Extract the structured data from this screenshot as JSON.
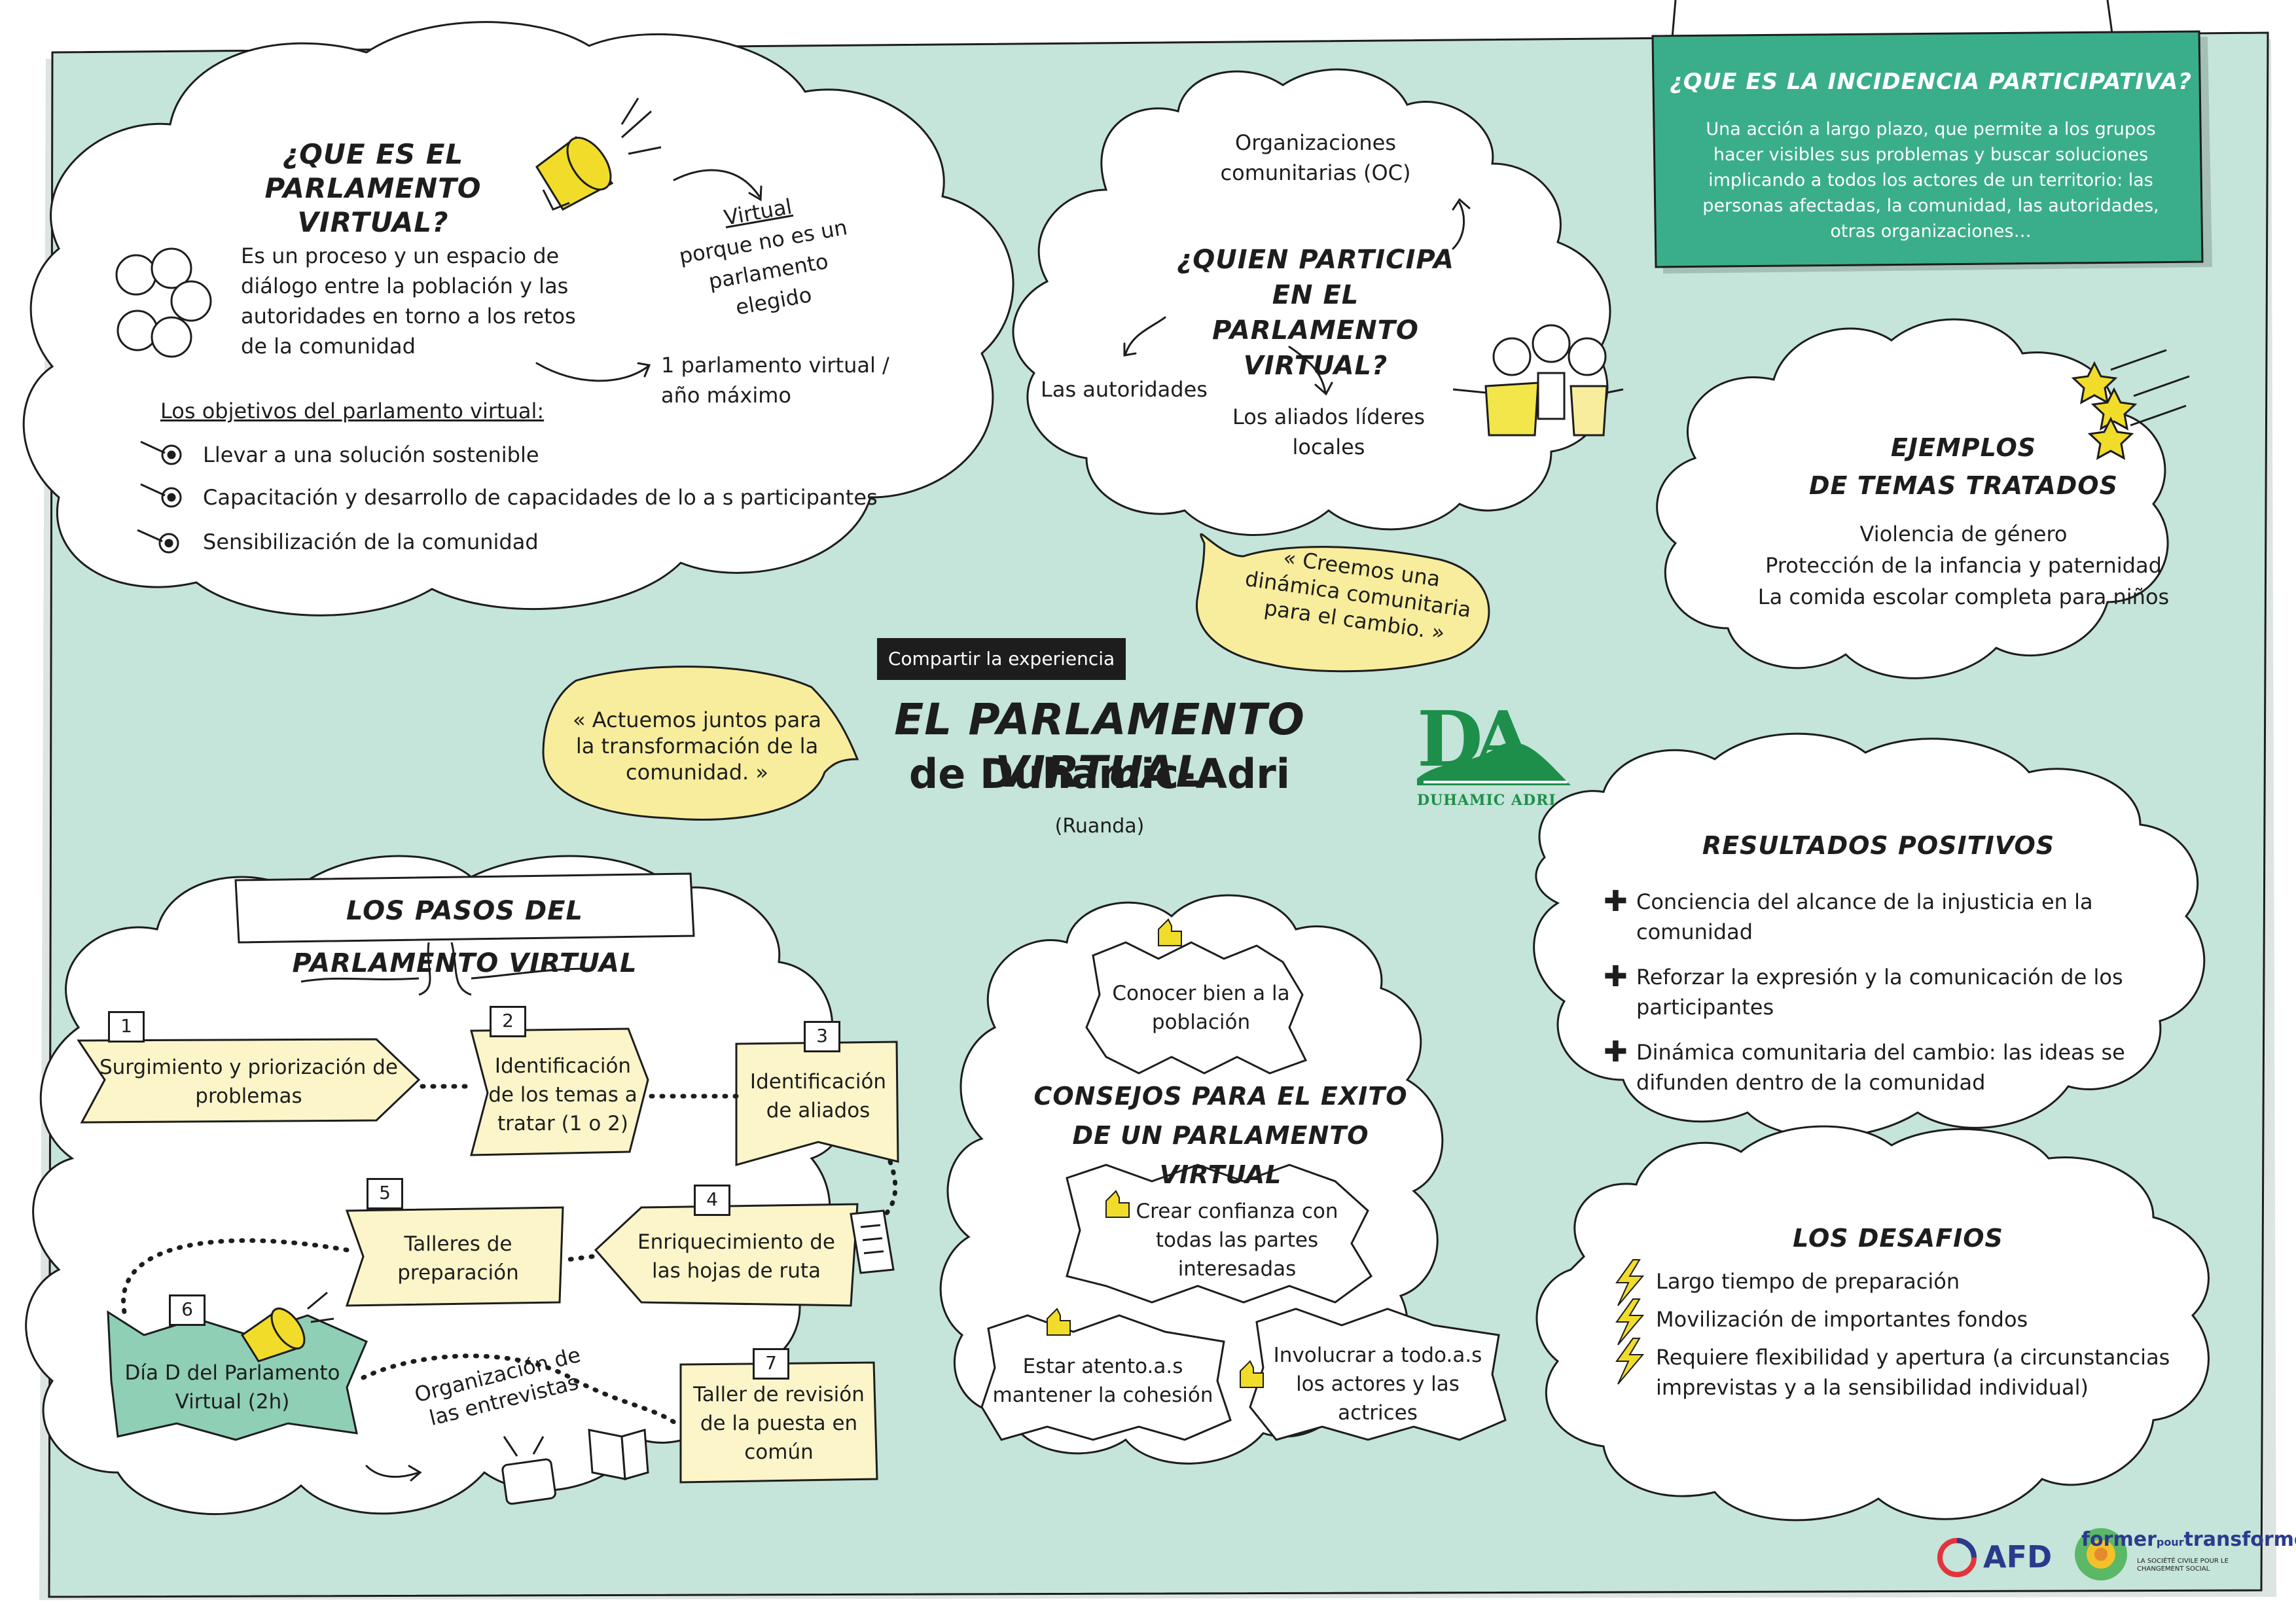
{
  "header_tag": "Compartir la experiencia",
  "main_title": {
    "line1": "EL PARLAMENTO VIRTUAL",
    "line2": "de Duhamic-Adri",
    "country": "(Ruanda)"
  },
  "logo_duhamic": {
    "letters": "DA",
    "caption": "DUHAMIC ADRI"
  },
  "cloud_que_es": {
    "title_l1": "¿QUE ES EL PARLAMENTO",
    "title_l2": "VIRTUAL?",
    "description": "Es un proceso y un espacio de diálogo entre la población y las autoridades en torno a los retos de la comunidad",
    "virtual_word": "Virtual",
    "virtual_note": "porque no es un parlamento elegido",
    "frequency": "1 parlamento virtual / año máximo",
    "objectives_title": "Los objetivos del parlamento virtual:",
    "objectives": [
      "Llevar a una solución sostenible",
      "Capacitación y desarrollo de capacidades de lo a s participantes",
      "Sensibilización de la comunidad"
    ]
  },
  "cloud_quien": {
    "title_l1": "¿QUIEN PARTICIPA EN EL",
    "title_l2": "PARLAMENTO VIRTUAL?",
    "org": "Organizaciones comunitarias (OC)",
    "autoridades": "Las autoridades",
    "aliados": "Los aliados líderes locales"
  },
  "incidencia": {
    "title": "¿QUE ES LA INCIDENCIA PARTICIPATIVA?",
    "text": "Una acción a largo plazo, que permite a los grupos hacer visibles sus problemas y buscar soluciones implicando a todos los actores de un territorio: las personas afectadas, la comunidad, las autoridades, otras organizaciones…"
  },
  "ejemplos": {
    "title_l1": "EJEMPLOS",
    "title_l2": "DE TEMAS TRATADOS",
    "items": [
      "Violencia de género",
      "Protección de la infancia y paternidad",
      "La comida escolar completa para niños"
    ]
  },
  "quote_creemos": "« Creemos una dinámica comunitaria para el cambio. »",
  "quote_actuemos": "« Actuemos juntos para la transformación de la comunidad. »",
  "pasos": {
    "title": "LOS PASOS DEL PARLAMENTO VIRTUAL",
    "steps": [
      {
        "num": "1",
        "label": "Surgimiento y priorización de problemas"
      },
      {
        "num": "2",
        "label": "Identificación de los temas a tratar (1 o 2)"
      },
      {
        "num": "3",
        "label": "Identificación de aliados"
      },
      {
        "num": "4",
        "label": "Enriquecimiento de las hojas de ruta"
      },
      {
        "num": "5",
        "label": "Talleres de preparación"
      },
      {
        "num": "6",
        "label": "Día D del Parlamento Virtual (2h)"
      },
      {
        "num": "7",
        "label": "Taller de revisión de la puesta en común"
      }
    ],
    "entrevistas": "Organización de las entrevistas"
  },
  "consejos": {
    "title_l1": "CONSEJOS PARA EL EXITO",
    "title_l2": "DE UN PARLAMENTO VIRTUAL",
    "tips": [
      "Conocer bien a la población",
      "Crear confianza con todas las partes interesadas",
      "Estar atento.a.s mantener la cohesión",
      "Involucrar a todo.a.s los actores y las actrices"
    ]
  },
  "resultados": {
    "title": "RESULTADOS POSITIVOS",
    "items": [
      "Conciencia del alcance de la injusticia en la comunidad",
      "Reforzar la expresión y la comunicación de los participantes",
      "Dinámica comunitaria del cambio: las ideas se difunden dentro de la comunidad"
    ]
  },
  "desafios": {
    "title": "LOS DESAFIOS",
    "items": [
      "Largo tiempo de preparación",
      "Movilización de importantes fondos",
      "Requiere flexibilidad y apertura (a circunstancias imprevistas y a la sensibilidad individual)"
    ]
  },
  "footer_logos": {
    "afd": "AFD",
    "former_l1": "former",
    "former_small": "pour",
    "former_l2": "transformer",
    "former_tagline": "LA SOCIÉTÉ CIVILE POUR LE CHANGEMENT SOCIAL"
  },
  "colors": {
    "board": "#c5e4da",
    "teal_note": "#3aae8a",
    "cream": "#fbf5c9",
    "quote_yellow": "#f7ed9c",
    "step6_green": "#8fcfb5",
    "ink": "#1d1d1d"
  },
  "icons": [
    "megaphone-icon",
    "people-icon",
    "target-icon",
    "star-icon",
    "thumbs-up-icon",
    "plus-icon",
    "lightning-icon",
    "document-icon",
    "tv-icon",
    "book-icon"
  ]
}
